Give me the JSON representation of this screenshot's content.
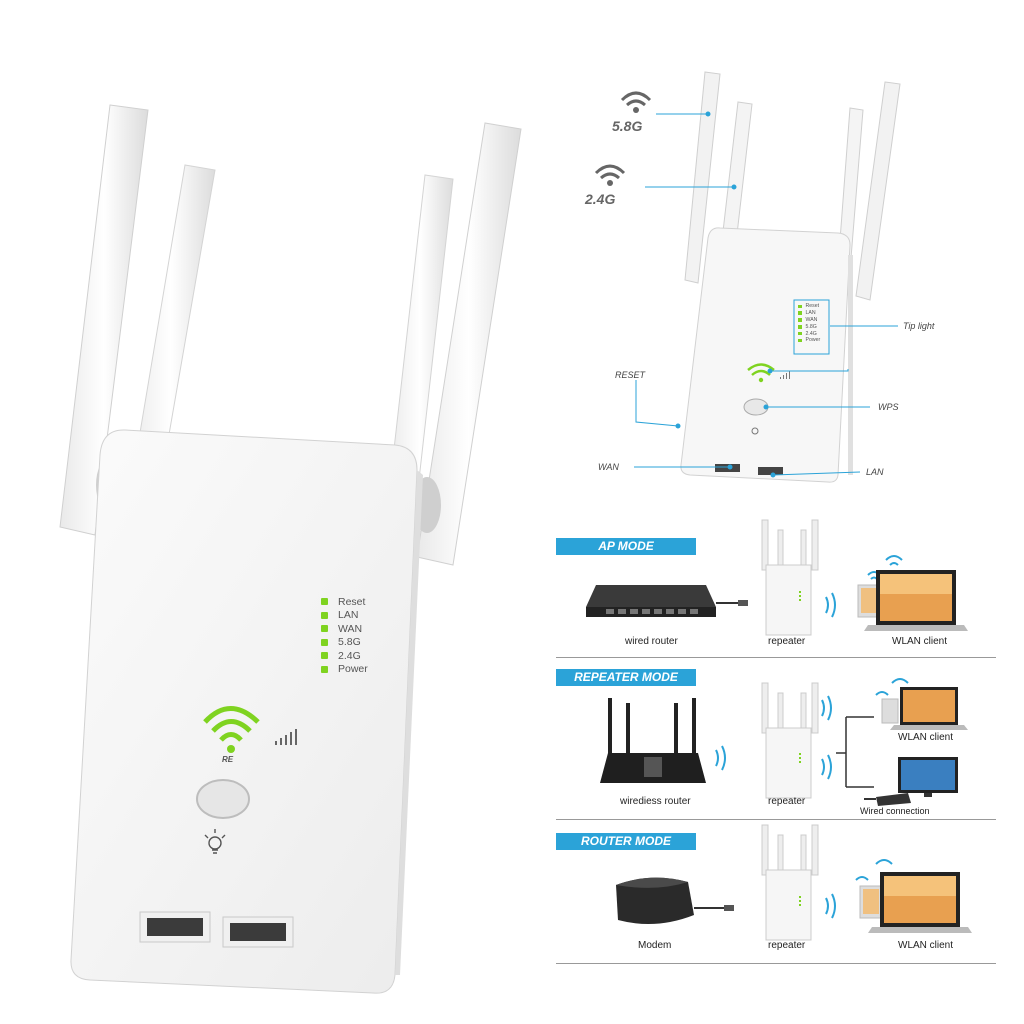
{
  "main_device": {
    "led_labels": [
      "Reset",
      "LAN",
      "WAN",
      "5.8G",
      "2.4G",
      "Power"
    ],
    "re_label": "RE",
    "led_color": "#7fd320"
  },
  "diagram": {
    "band_5g": "5.8G",
    "band_24g": "2.4G",
    "reset": "RESET",
    "wan": "WAN",
    "lan": "LAN",
    "tip_light": "Tip light",
    "wps": "WPS",
    "accent_color": "#2ba3d8"
  },
  "modes": {
    "ap": {
      "title": "AP MODE",
      "captions": [
        "wired router",
        "repeater",
        "WLAN client"
      ]
    },
    "repeater": {
      "title": "REPEATER MODE",
      "captions": [
        "wirediess router",
        "repeater",
        "WLAN client",
        "Wired connection"
      ]
    },
    "router": {
      "title": "ROUTER MODE",
      "captions": [
        "Modem",
        "repeater",
        "WLAN client"
      ]
    }
  }
}
